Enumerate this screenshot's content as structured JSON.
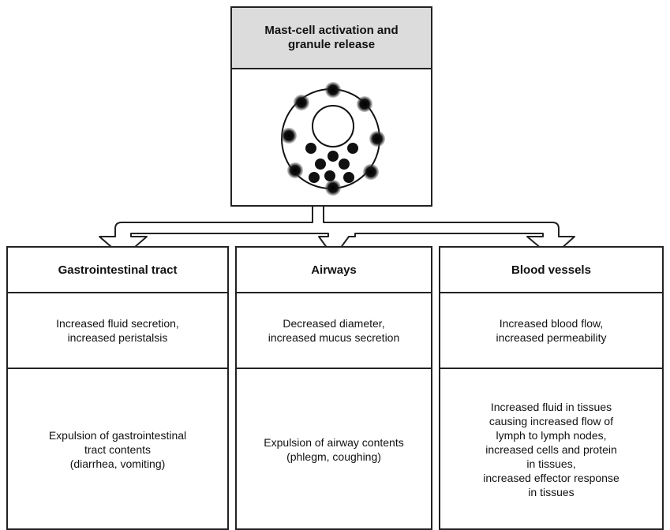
{
  "header": {
    "title": "Mast-cell activation and granule release"
  },
  "columns": [
    {
      "heading": "Gastrointestinal tract",
      "effect": "Increased fluid secretion,\nincreased peristalsis",
      "outcome": "Expulsion of gastrointestinal\ntract contents\n(diarrhea, vomiting)"
    },
    {
      "heading": "Airways",
      "effect": "Decreased diameter,\nincreased mucus secretion",
      "outcome": "Expulsion of airway contents\n(phlegm, coughing)"
    },
    {
      "heading": "Blood vessels",
      "effect": "Increased blood flow,\nincreased permeability",
      "outcome": "Increased fluid in tissues\ncausing increased flow of\nlymph to lymph nodes,\nincreased cells and protein\nin tissues,\nincreased effector response\nin tissues"
    }
  ]
}
